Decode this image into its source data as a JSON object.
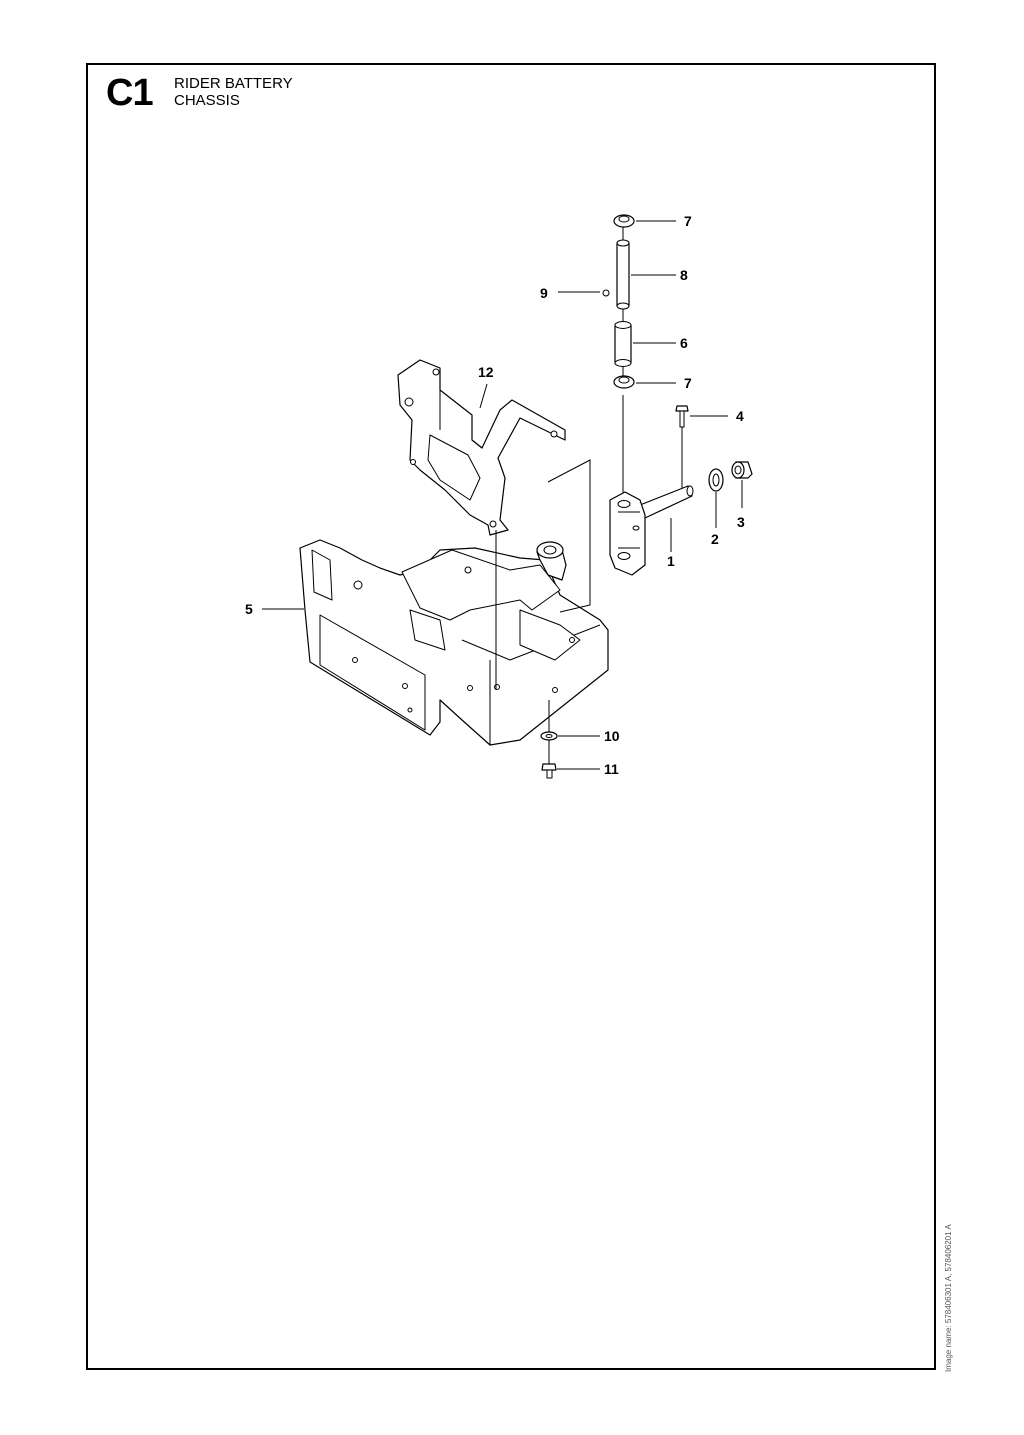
{
  "section": {
    "code": "C1",
    "title_line1": "RIDER BATTERY",
    "title_line2": "CHASSIS"
  },
  "image_name": "Image name: 578406301 A, 578406201 A",
  "part_labels": {
    "p1": "1",
    "p2": "2",
    "p3": "3",
    "p4": "4",
    "p5": "5",
    "p6": "6",
    "p7a": "7",
    "p7b": "7",
    "p8": "8",
    "p9": "9",
    "p10": "10",
    "p11": "11",
    "p12": "12"
  }
}
